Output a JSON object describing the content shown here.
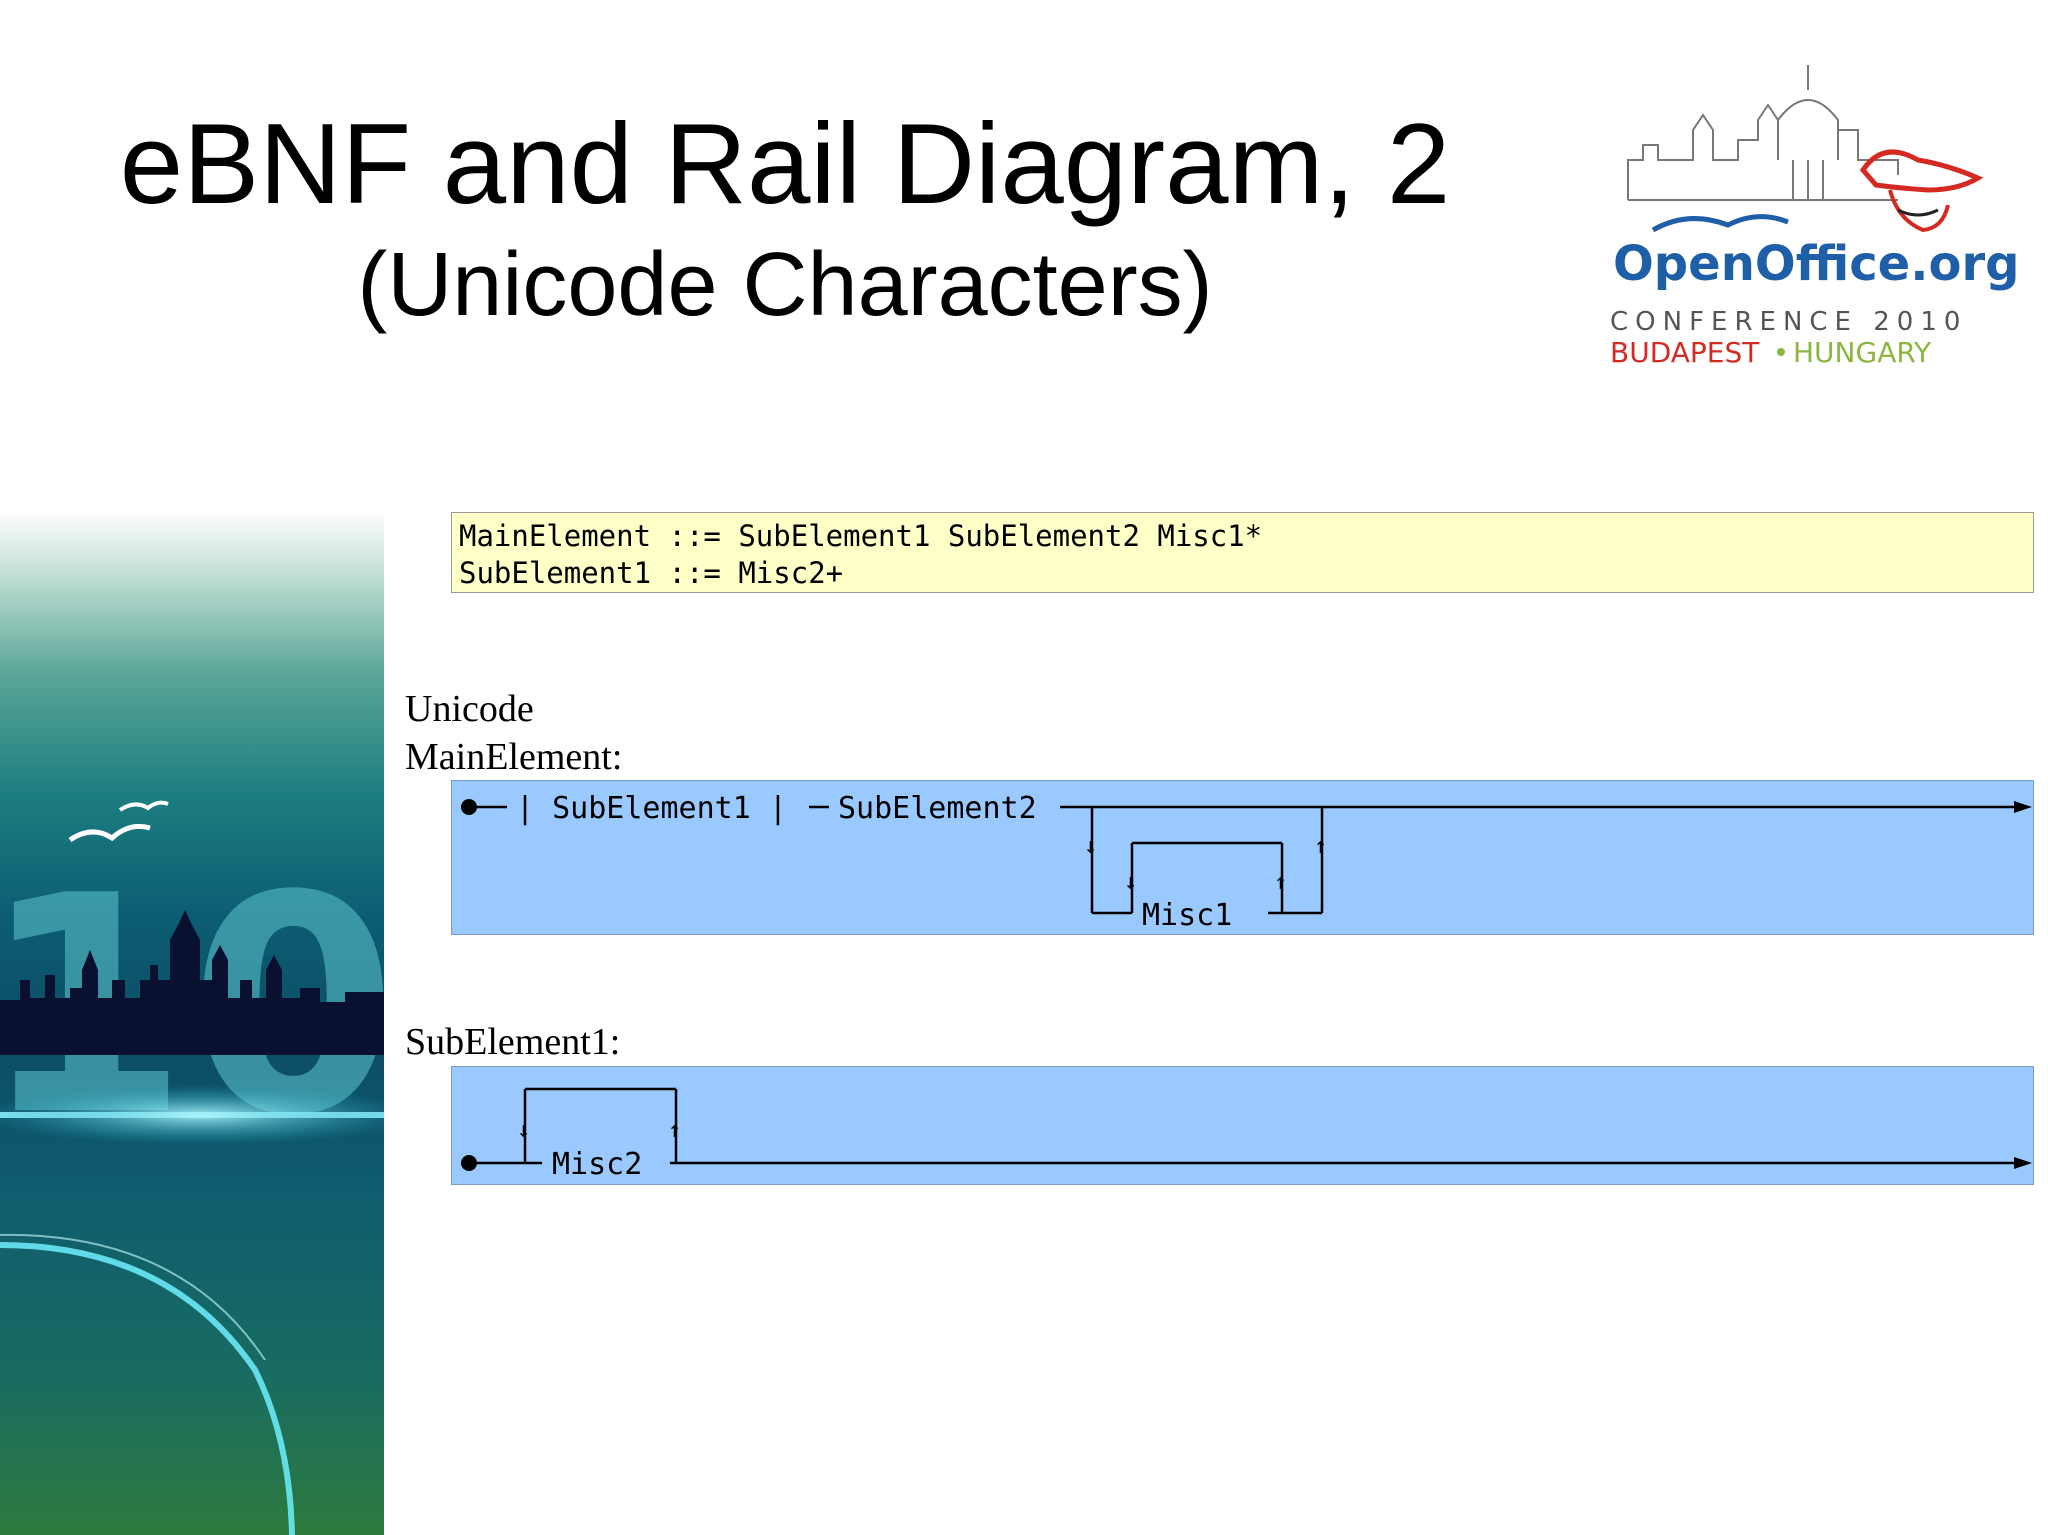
{
  "slide": {
    "title": "eBNF and Rail Diagram, 2",
    "subtitle": "(Unicode Characters)"
  },
  "logo": {
    "brand": "OpenOffice.org",
    "line1": "CONFERENCE 2010",
    "city": "BUDAPEST",
    "country": "HUNGARY"
  },
  "ebnf": {
    "lines": [
      "MainElement ::= SubElement1 SubElement2 Misc1*",
      "SubElement1 ::= Misc2+"
    ]
  },
  "diagrams": [
    {
      "label_line1": "Unicode",
      "label_line2": "MainElement:",
      "items": [
        "| SubElement1 |",
        "SubElement2",
        "Misc1"
      ]
    },
    {
      "label": "SubElement1:",
      "items": [
        "Misc2"
      ]
    }
  ],
  "colors": {
    "code_background": "#ffffc8",
    "diagram_background": "#99c9ff",
    "logo_blue": "#1f5fa8",
    "logo_red": "#d42a22",
    "logo_green": "#8cb640"
  }
}
